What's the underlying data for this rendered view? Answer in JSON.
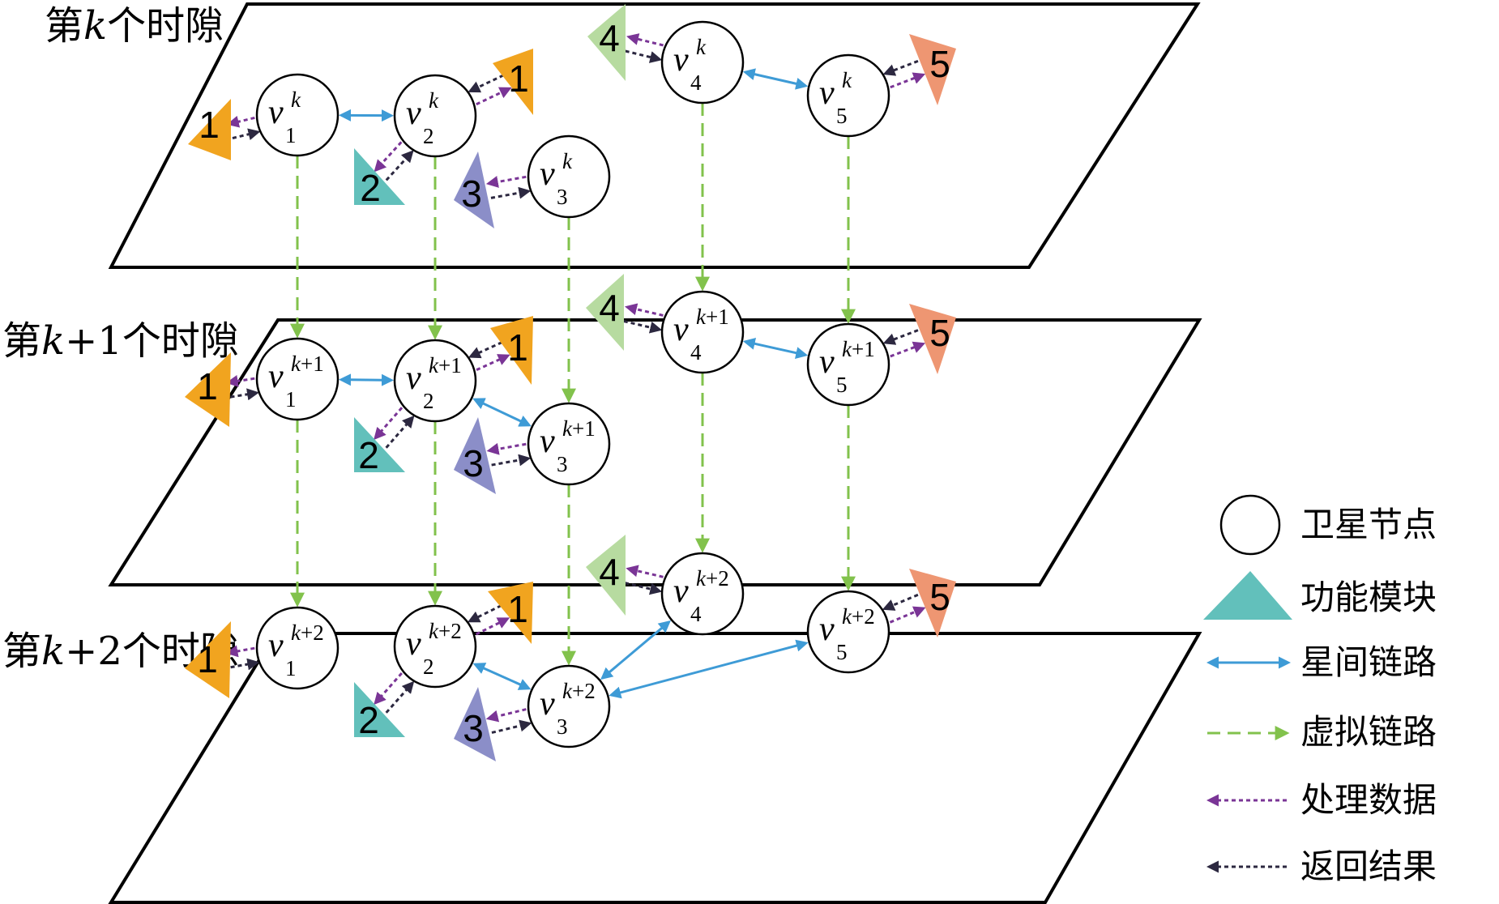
{
  "colors": {
    "module_1": "#f1a41f",
    "module_2": "#62c0bb",
    "module_3": "#8b8ec8",
    "module_4": "#b7dba0",
    "module_5": "#ee9672",
    "inter_satellite_link": "#3e9bd6",
    "virtual_link": "#82c24c",
    "process_data": "#7a3596",
    "return_result": "#2c2840"
  },
  "slots": [
    {
      "label_prefix": "第",
      "label_var": "k",
      "label_suffix": "个时隙",
      "sup": "k"
    },
    {
      "label_prefix": "第",
      "label_var": "k",
      "label_suffix": "+1个时隙",
      "sup": "k+1"
    },
    {
      "label_prefix": "第",
      "label_var": "k",
      "label_suffix": "+2个时隙",
      "sup": "k+2"
    }
  ],
  "node_symbol": "v",
  "node_indices": [
    "1",
    "2",
    "3",
    "4",
    "5"
  ],
  "module_labels": [
    "1",
    "2",
    "3",
    "4",
    "5"
  ],
  "legend": {
    "satellite_node": "卫星节点",
    "function_module": "功能模块",
    "inter_satellite_link": "星间链路",
    "virtual_link": "虚拟链路",
    "process_data": "处理数据",
    "return_result": "返回结果"
  }
}
